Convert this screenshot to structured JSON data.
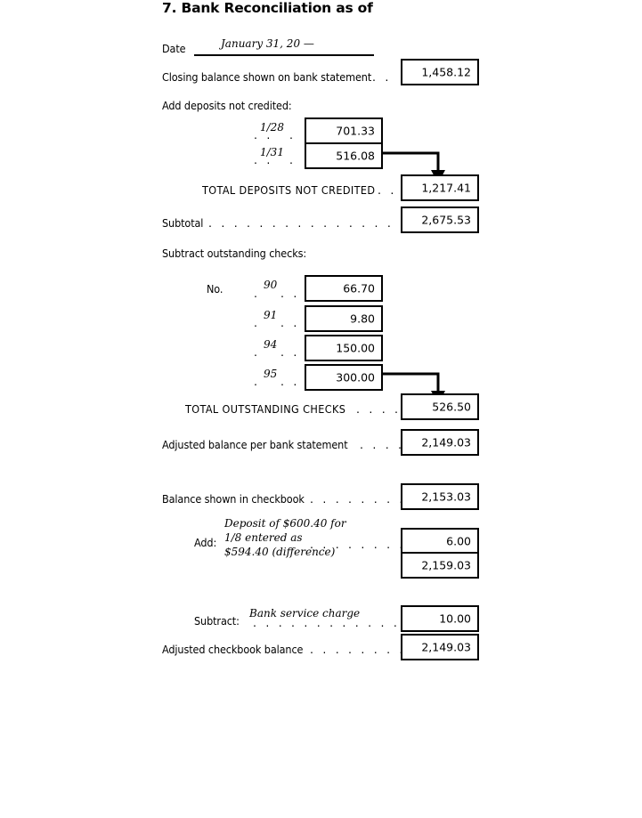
{
  "document": {
    "title": "7. Bank Reconciliation as of",
    "date_label": "Date",
    "date_value": "January 31, 20 —"
  },
  "bank_side": {
    "closing_balance_label": "Closing balance shown on bank statement",
    "closing_balance_dots": ". .",
    "closing_balance_value": "1,458.12",
    "deposits_heading": "Add deposits not credited:",
    "deposits": [
      {
        "dots_left": ". .",
        "date": "1/28",
        "dots_right": ".",
        "amount": "701.33"
      },
      {
        "dots_left": ". .",
        "date": "1/31",
        "dots_right": ".",
        "amount": "516.08"
      }
    ],
    "total_deposits_label": "TOTAL DEPOSITS NOT CREDITED",
    "total_deposits_dots": ". .",
    "total_deposits_value": "1,217.41",
    "subtotal_label": "Subtotal",
    "subtotal_dots": ". . . . . . . . . . . . . . . . .",
    "subtotal_value": "2,675.53",
    "checks_heading": "Subtract outstanding checks:",
    "checks_number_label": "No.",
    "checks": [
      {
        "dots_left": ".",
        "number": "90",
        "dots_right": ". . .",
        "amount": "66.70"
      },
      {
        "dots_left": ".",
        "number": "91",
        "dots_right": ". . .",
        "amount": "9.80"
      },
      {
        "dots_left": ".",
        "number": "94",
        "dots_right": ". . .",
        "amount": "150.00"
      },
      {
        "dots_left": ".",
        "number": "95",
        "dots_right": ". . .",
        "amount": "300.00"
      }
    ],
    "total_checks_label": "TOTAL OUTSTANDING CHECKS",
    "total_checks_dots": ". . . . .",
    "total_checks_value": "526.50",
    "adjusted_bank_label": "Adjusted balance per bank statement",
    "adjusted_bank_dots": ". . . .",
    "adjusted_bank_value": "2,149.03"
  },
  "checkbook_side": {
    "checkbook_balance_label": "Balance shown in checkbook",
    "checkbook_balance_dots": ". . . . . . . . .",
    "checkbook_balance_value": "2,153.03",
    "add_label": "Add:",
    "add_note_line1": "Deposit of $600.40 for",
    "add_note_line2": "1/8 entered as",
    "add_note_line3": "$594.40 (difference)",
    "add_dots": ". . . . . . . . . .",
    "add_value": "6.00",
    "add_result_value": "2,159.03",
    "subtract_label": "Subtract:",
    "subtract_note": "Bank service charge",
    "subtract_dots": ". . . . . . . . . . . . . . . . . .",
    "subtract_value": "10.00",
    "adjusted_checkbook_label": "Adjusted checkbook balance",
    "adjusted_checkbook_dots": ". . . . . . . . .",
    "adjusted_checkbook_value": "2,149.03"
  },
  "colors": {
    "ink": "#000000",
    "paper": "#ffffff"
  }
}
